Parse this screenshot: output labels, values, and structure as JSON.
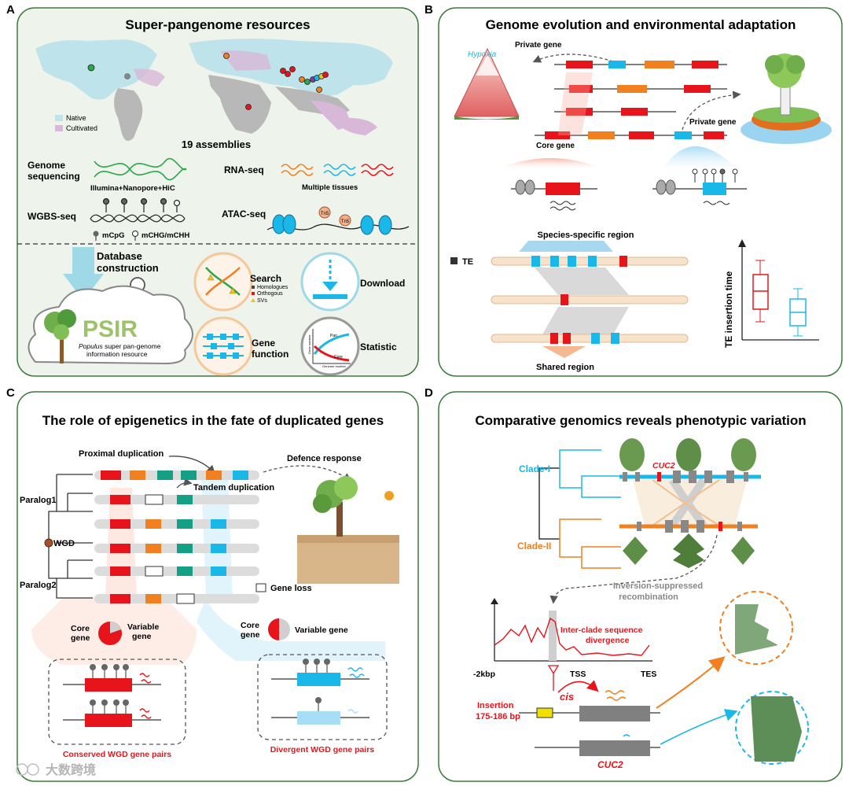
{
  "panel_a": {
    "letter": "A",
    "title": "Super-pangenome resources",
    "legend_native": "Native",
    "legend_cultivated": "Cultivated",
    "assemblies": "19 assemblies",
    "genome_seq_1": "Genome",
    "genome_seq_2": "sequencing",
    "genome_tech": "Illumina+Nanopore+HiC",
    "rna_seq": "RNA-seq",
    "rna_sub": "Multiple tissues",
    "wgbs_seq": "WGBS-seq",
    "mcpg": "mCpG",
    "mchg": "mCHG/mCHH",
    "atac_seq": "ATAC-seq",
    "tn5": "Tn5",
    "db_1": "Database",
    "db_2": "construction",
    "psir": "PSIR",
    "psir_sub_1a": "Populus",
    "psir_sub_1b": " super pan-genome",
    "psir_sub_2": "information resource",
    "search": "Search",
    "homologues": "Homologues",
    "orthogous": "Orthogous",
    "svs": "SVs",
    "download": "Download",
    "gene_function_1": "Gene",
    "gene_function_2": "function",
    "statistic": "Statistic",
    "stat_pan": "Pan",
    "stat_core": "Core",
    "stat_xlabel": "Genome number",
    "stat_ylabel": "Gene number"
  },
  "panel_b": {
    "letter": "B",
    "title": "Genome evolution and environmental adaptation",
    "hypoxia": "Hypoxia",
    "private_gene_top": "Private gene",
    "private_gene_right": "Private gene",
    "core_gene": "Core gene",
    "species_specific": "Species-specific region",
    "te": "TE",
    "shared_region": "Shared region",
    "te_time": "TE insertion time"
  },
  "panel_c": {
    "letter": "C",
    "title": "The role of epigenetics in the fate of duplicated genes",
    "proximal": "Proximal duplication",
    "tandem": "Tandem duplication",
    "defence": "Defence response",
    "paralog1": "Paralog1",
    "paralog2": "Paralog2",
    "wgd": "WGD",
    "gene_loss": "Gene loss",
    "core_gene_l_1": "Core",
    "core_gene_l_2": "gene",
    "variable_l_1": "Variable",
    "variable_l_2": "gene",
    "core_gene_r_1": "Core",
    "core_gene_r_2": "gene",
    "variable_r": "Variable gene",
    "conserved": "Conserved WGD gene pairs",
    "divergent": "Divergent WGD gene pairs"
  },
  "panel_d": {
    "letter": "D",
    "title": "Comparative genomics reveals phenotypic variation",
    "clade1": "Clade-I",
    "clade2": "Clade-II",
    "cuc2_top": "CUC2",
    "inversion_1": "Inversion-suppressed",
    "inversion_2": "recombination",
    "divergence_1": "Inter-clade sequence",
    "divergence_2": "divergence",
    "x_m2kbp": "-2kbp",
    "x_tss": "TSS",
    "x_tes": "TES",
    "cis": "cis",
    "insertion_1": "Insertion",
    "insertion_2": "175-186 bp",
    "cuc2_bottom": "CUC2"
  },
  "watermark": "大数跨境",
  "colors": {
    "panel_bg": "#eef3eb",
    "panel_border": "#3d7a3d",
    "red": "#e8141b",
    "cyan": "#1ab8e8",
    "orange": "#f08020",
    "teal": "#13a085",
    "gray": "#7d7d7d"
  }
}
